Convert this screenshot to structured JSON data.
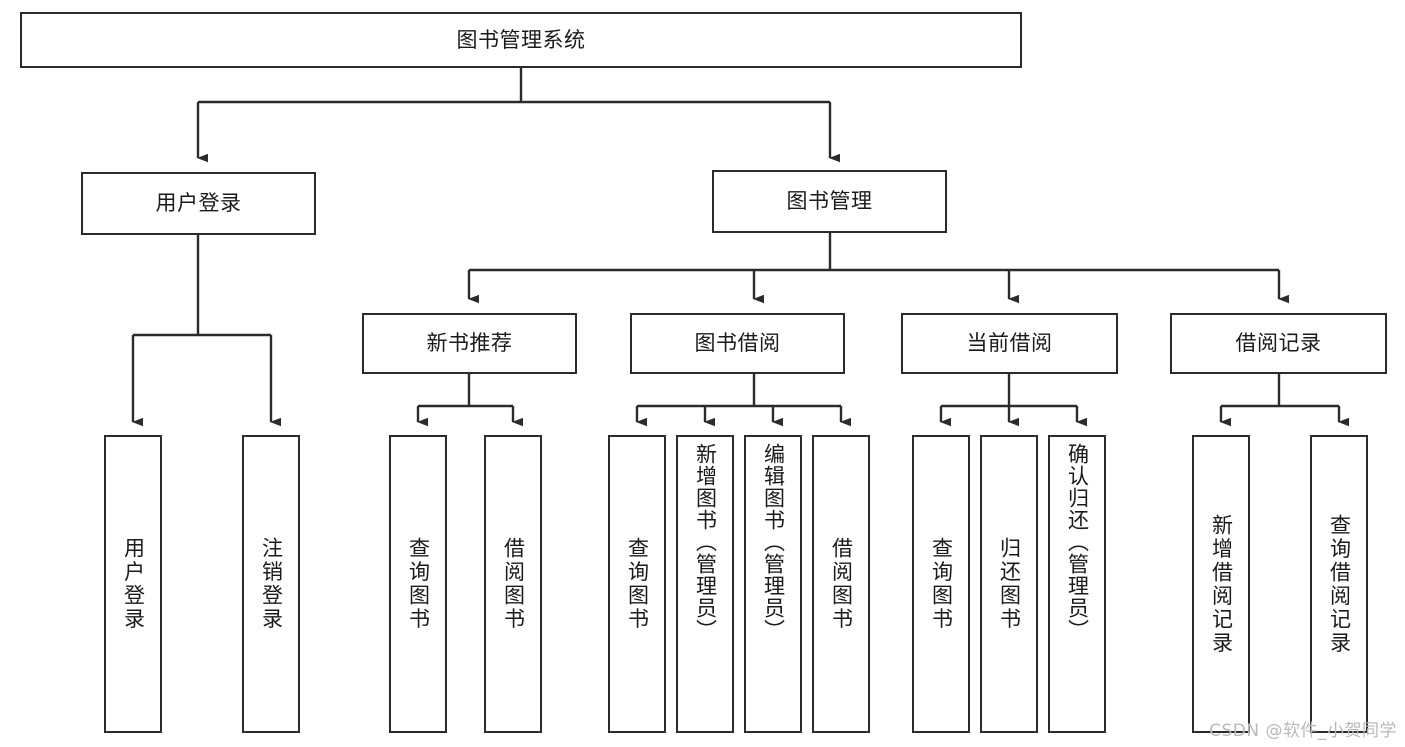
{
  "diagram": {
    "title": "图书管理系统",
    "type": "functional-structure-tree",
    "stroke_color": "#2b2b2b",
    "fill_color": "#ffffff",
    "text_color": "#1a1a1a",
    "watermark": "CSDN @软件_小贺同学",
    "watermark_color": "#b9b9b9",
    "nodes": {
      "root": {
        "label": "图书管理系统",
        "level": 0
      },
      "level2": [
        {
          "id": "user-login",
          "label": "用户登录"
        },
        {
          "id": "book-manage",
          "label": "图书管理"
        }
      ],
      "level3": [
        {
          "id": "new-book-recommend",
          "label": "新书推荐",
          "parent": "book-manage"
        },
        {
          "id": "book-borrow",
          "label": "图书借阅",
          "parent": "book-manage"
        },
        {
          "id": "current-borrow",
          "label": "当前借阅",
          "parent": "book-manage"
        },
        {
          "id": "borrow-record",
          "label": "借阅记录",
          "parent": "book-manage"
        }
      ],
      "leaves": [
        {
          "id": "leaf-user-login",
          "label": "用户登录",
          "parent": "user-login"
        },
        {
          "id": "leaf-logout-login",
          "label": "注销登录",
          "parent": "user-login"
        },
        {
          "id": "leaf-query-book-1",
          "label": "查询图书",
          "parent": "new-book-recommend"
        },
        {
          "id": "leaf-borrow-book-1",
          "label": "借阅图书",
          "parent": "new-book-recommend"
        },
        {
          "id": "leaf-query-book-2",
          "label": "查询图书",
          "parent": "book-borrow"
        },
        {
          "id": "leaf-add-book",
          "label": "新增图书（管理员）",
          "parent": "book-borrow"
        },
        {
          "id": "leaf-edit-book",
          "label": "编辑图书（管理员）",
          "parent": "book-borrow"
        },
        {
          "id": "leaf-borrow-book-2",
          "label": "借阅图书",
          "parent": "book-borrow"
        },
        {
          "id": "leaf-query-book-3",
          "label": "查询图书",
          "parent": "current-borrow"
        },
        {
          "id": "leaf-return-book",
          "label": "归还图书",
          "parent": "current-borrow"
        },
        {
          "id": "leaf-confirm-return",
          "label": "确认归还（管理员）",
          "parent": "current-borrow"
        },
        {
          "id": "leaf-add-record",
          "label": "新增借阅记录",
          "parent": "borrow-record"
        },
        {
          "id": "leaf-query-record",
          "label": "查询借阅记录",
          "parent": "borrow-record"
        }
      ]
    }
  }
}
